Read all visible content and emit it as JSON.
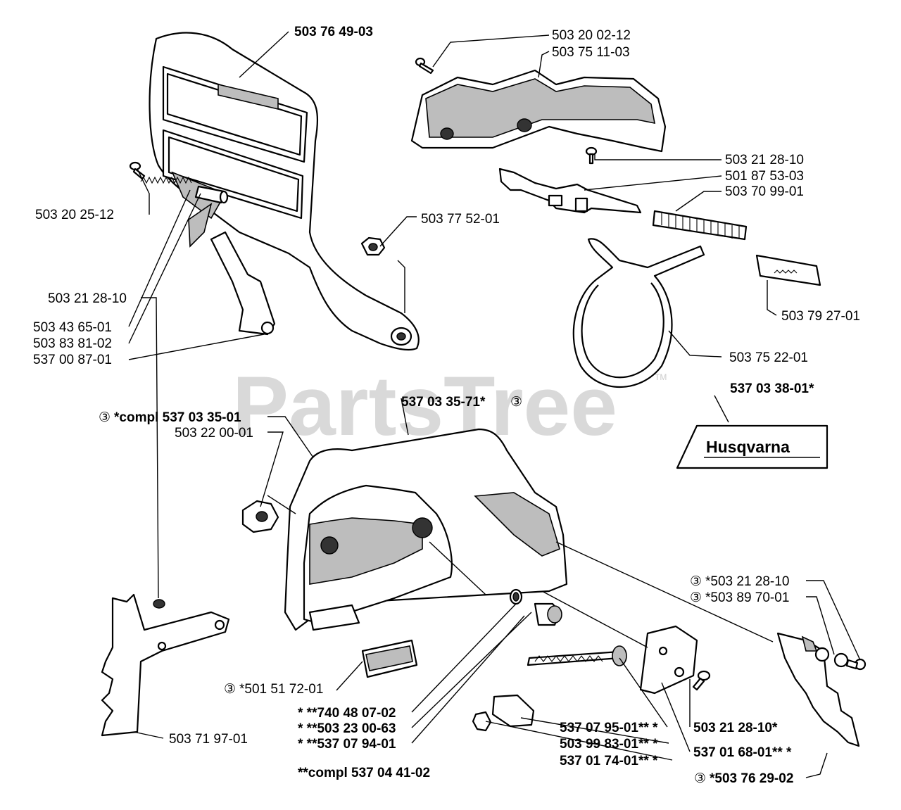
{
  "watermark": {
    "text": "PartsTree",
    "tm": "TM"
  },
  "logo": {
    "brand": "Husqvarna"
  },
  "labels": {
    "l503764903": "503 76 49-03",
    "l503200212": "503 20 02-12",
    "l503751103": "503 75 11-03",
    "l503202512": "503 20 25-12",
    "l503775201": "503 77 52-01",
    "l503212810_top": "503 21 28-10",
    "l501875303": "501 87 53-03",
    "l503709901": "503 70 99-01",
    "l503436501": "503 43 65-01",
    "l503838102": "503 83 81-02",
    "l537008701": "537 00 87-01",
    "l503792701": "503 79 27-01",
    "l503752201": "503 75 22-01",
    "l537033801": "537 03 38-01*",
    "l537033571": "537 03 35-71*",
    "lcompl": "*compl 537 03 35-01",
    "l503220001": "503 22 00-01",
    "l503212810_left": "503 21 28-10",
    "l503212810_right": "*503 21 28-10",
    "l503897001": "*503 89 70-01",
    "l501517201": "*501 51 72-01",
    "l740480702": "* **740 48 07-02",
    "l503230063": "* **503 23 00-63",
    "l537079401": "* **537 07 94-01",
    "l503719701": "503 71 97-01",
    "l537079501": "537 07 95-01** *",
    "l503212810_star": "503 21 28-10*",
    "l503998301": "503 99 83-01** *",
    "l537016801": "537 01 68-01** *",
    "l537017401": "537 01 74-01** *",
    "l503762902": "*503 76 29-02",
    "lcompl2": "**compl 537 04 41-02",
    "circled3": "③"
  }
}
